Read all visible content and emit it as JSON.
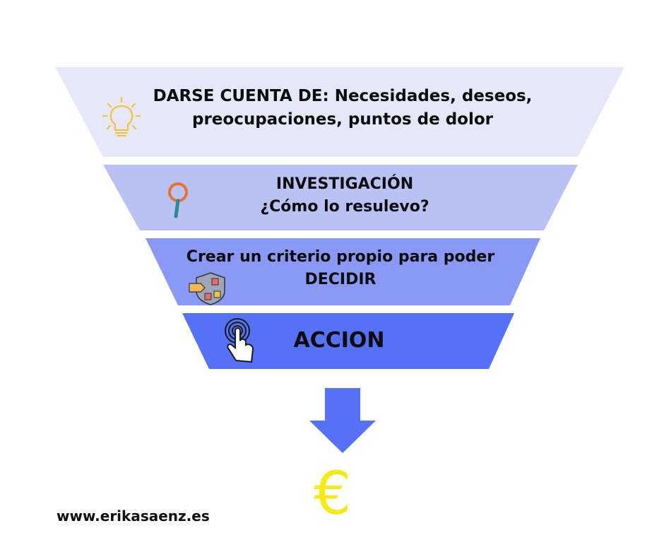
{
  "stages": [
    {
      "lines": [
        "DARSE CUENTA DE:  Necesidades, deseos,",
        "preocupaciones, puntos de dolor"
      ],
      "color": "#e6e8f9",
      "icon": "lightbulb-icon"
    },
    {
      "lines": [
        "INVESTIGACIÓN",
        "¿Cómo lo resulevo?"
      ],
      "color": "#b9c1f5",
      "icon": "magnifier-icon"
    },
    {
      "lines": [
        "Crear un criterio propio para poder",
        "DECIDIR"
      ],
      "color": "#8999f5",
      "icon": "decision-shield-icon"
    },
    {
      "lines": [
        "ACCION"
      ],
      "color": "#5571f7",
      "icon": "touch-hand-icon"
    }
  ],
  "arrow_color": "#5571f7",
  "euro_symbol": "€",
  "euro_color": "#f4ea1a",
  "website": "www.erikasaenz.es"
}
